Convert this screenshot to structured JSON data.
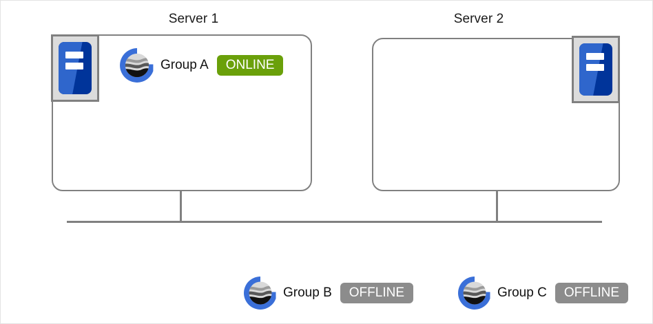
{
  "diagram": {
    "title_bar_color": "#808080",
    "servers": [
      {
        "id": "server-1",
        "title": "Server 1"
      },
      {
        "id": "server-2",
        "title": "Server 2"
      }
    ],
    "hosted_groups": [
      {
        "id": "group-a",
        "label": "Group A",
        "status": "ONLINE",
        "status_color": "#6aa00a",
        "located_on": "Server 1"
      }
    ],
    "unassigned_groups": [
      {
        "id": "group-b",
        "label": "Group B",
        "status": "OFFLINE",
        "status_color": "#8c8c8c"
      },
      {
        "id": "group-c",
        "label": "Group C",
        "status": "OFFLINE",
        "status_color": "#8c8c8c"
      }
    ],
    "icons": {
      "server": "server-rack-icon",
      "group": "globe-group-icon"
    }
  }
}
